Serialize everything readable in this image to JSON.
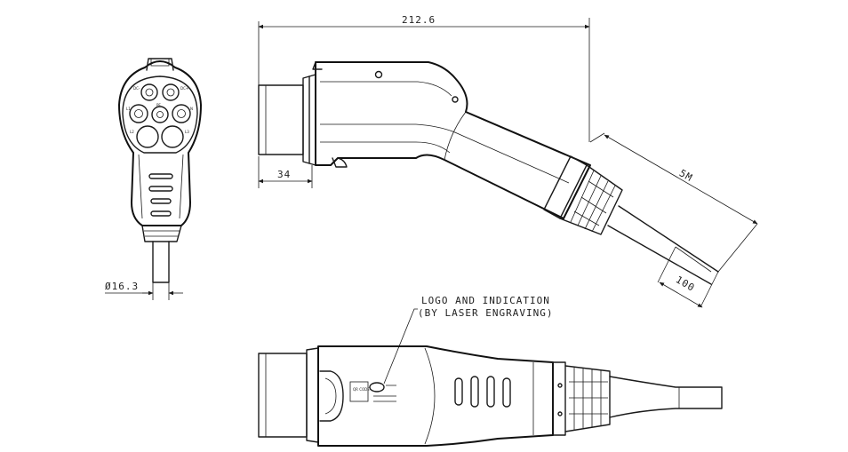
{
  "dimensions": {
    "overall_length": "212.6",
    "nose_length": "34",
    "cable_length": "5M",
    "cable_end": "100",
    "cable_diameter": "Ø16.3"
  },
  "note": {
    "line1": "LOGO AND INDICATION",
    "line2": "(BY LASER ENGRAVING)"
  },
  "face_labels": {
    "dc_minus": "DC-",
    "dc_plus": "DC+",
    "pe": "PE",
    "l1": "L1",
    "l2": "L2",
    "l3": "L3",
    "n": "N"
  },
  "body_marks": {
    "qr": "QR CODE"
  }
}
